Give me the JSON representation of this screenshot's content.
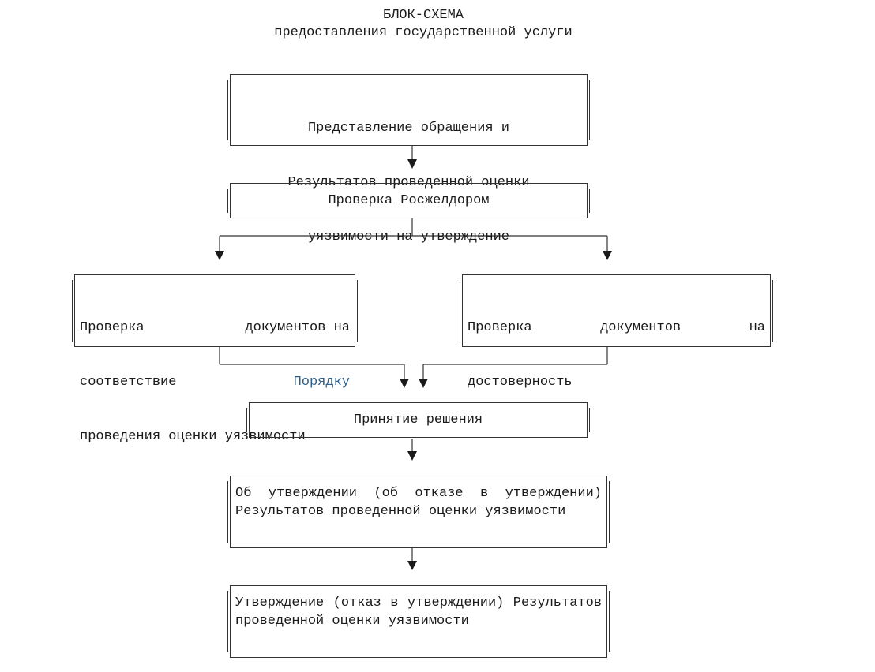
{
  "header": {
    "title": "БЛОК-СХЕМА",
    "subtitle": "предоставления государственной услуги"
  },
  "boxes": {
    "submit": {
      "lines": [
        "Представление обращения и",
        "Результатов проведенной оценки",
        "уязвимости на утверждение"
      ]
    },
    "check": {
      "text": "Проверка Росжелдором"
    },
    "check_order": {
      "line1_a": "Проверка",
      "line1_b": "документов на",
      "line2_a": "соответствие",
      "line2_link": "Порядку",
      "line3": "проведения оценки уязвимости"
    },
    "check_validity": {
      "line1_a": "Проверка",
      "line1_b": "документов",
      "line1_c": "на",
      "line2": "достоверность"
    },
    "decision": {
      "text": "Принятие решения"
    },
    "approval_decision": {
      "text": "Об утверждении (об отказе в утверждении) Результатов проведенной оценки уязвимости"
    },
    "approval": {
      "text": "Утверждение (отказ в утверждении) Результатов проведенной оценки уязвимости"
    }
  },
  "colors": {
    "line": "#333333",
    "link": "#2e5f8a",
    "text": "#1a1a1a"
  }
}
